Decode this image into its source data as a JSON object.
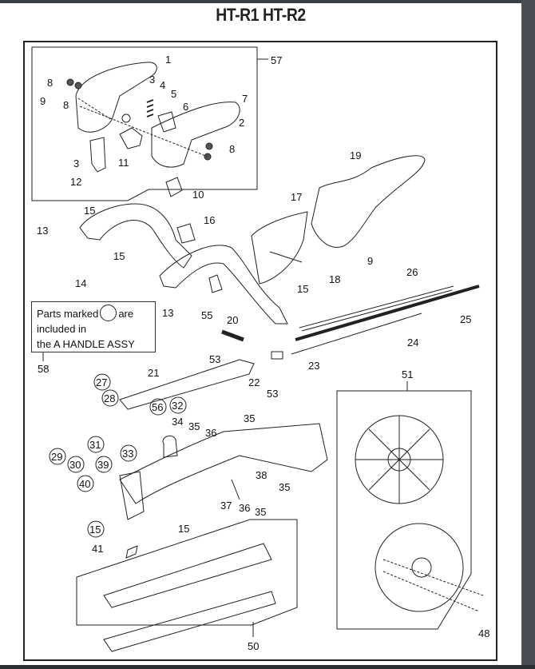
{
  "title": "HT-R1  HT-R2",
  "note": {
    "line1_before": "Parts marked",
    "line1_after": "are",
    "line2": "included in",
    "line3": "the A HANDLE ASSY",
    "callout": "58"
  },
  "groups": {
    "top_assembly": "57",
    "spool_assembly": "51",
    "rail_assembly": "50"
  },
  "callouts": [
    {
      "id": "1",
      "circled": false
    },
    {
      "id": "2",
      "circled": false
    },
    {
      "id": "3",
      "circled": false
    },
    {
      "id": "3b",
      "text": "3",
      "circled": false
    },
    {
      "id": "4",
      "circled": false
    },
    {
      "id": "5",
      "circled": false
    },
    {
      "id": "6",
      "circled": false
    },
    {
      "id": "7",
      "circled": false
    },
    {
      "id": "8",
      "circled": false
    },
    {
      "id": "8b",
      "text": "8",
      "circled": false
    },
    {
      "id": "8c",
      "text": "8",
      "circled": false
    },
    {
      "id": "9",
      "circled": false
    },
    {
      "id": "9b",
      "text": "9",
      "circled": false
    },
    {
      "id": "10",
      "circled": false
    },
    {
      "id": "11",
      "circled": false
    },
    {
      "id": "12",
      "circled": false
    },
    {
      "id": "13",
      "circled": false
    },
    {
      "id": "13b",
      "text": "13",
      "circled": false
    },
    {
      "id": "14",
      "circled": false
    },
    {
      "id": "15",
      "circled": false
    },
    {
      "id": "15b",
      "text": "15",
      "circled": false
    },
    {
      "id": "15c",
      "text": "15",
      "circled": false
    },
    {
      "id": "15d",
      "text": "15",
      "circled": true
    },
    {
      "id": "15e",
      "text": "15",
      "circled": false
    },
    {
      "id": "16",
      "circled": false
    },
    {
      "id": "17",
      "circled": false
    },
    {
      "id": "18",
      "circled": false
    },
    {
      "id": "19",
      "circled": false
    },
    {
      "id": "20",
      "circled": false
    },
    {
      "id": "21",
      "circled": false
    },
    {
      "id": "22",
      "circled": false
    },
    {
      "id": "23",
      "circled": false
    },
    {
      "id": "24",
      "circled": false
    },
    {
      "id": "25",
      "circled": false
    },
    {
      "id": "26",
      "circled": false
    },
    {
      "id": "27",
      "circled": true
    },
    {
      "id": "28",
      "circled": true
    },
    {
      "id": "29",
      "circled": true
    },
    {
      "id": "30",
      "circled": true
    },
    {
      "id": "31",
      "circled": true
    },
    {
      "id": "32",
      "circled": true
    },
    {
      "id": "33",
      "circled": true
    },
    {
      "id": "34",
      "circled": false
    },
    {
      "id": "35",
      "circled": false
    },
    {
      "id": "35b",
      "text": "35",
      "circled": false
    },
    {
      "id": "35c",
      "text": "35",
      "circled": false
    },
    {
      "id": "35d",
      "text": "35",
      "circled": false
    },
    {
      "id": "36",
      "circled": false
    },
    {
      "id": "36b",
      "text": "36",
      "circled": false
    },
    {
      "id": "37",
      "circled": false
    },
    {
      "id": "38",
      "circled": false
    },
    {
      "id": "39",
      "circled": true
    },
    {
      "id": "40",
      "circled": true
    },
    {
      "id": "41",
      "circled": false
    },
    {
      "id": "48",
      "circled": false
    },
    {
      "id": "53",
      "circled": false
    },
    {
      "id": "53b",
      "text": "53",
      "circled": false
    },
    {
      "id": "55",
      "circled": false
    },
    {
      "id": "56",
      "circled": true
    }
  ],
  "labels": {
    "l1": "1",
    "l2": "2",
    "l3": "3",
    "l3b": "3",
    "l4": "4",
    "l5": "5",
    "l6": "6",
    "l7": "7",
    "l8": "8",
    "l8b": "8",
    "l8c": "8",
    "l9": "9",
    "l9b": "9",
    "l10": "10",
    "l11": "11",
    "l12": "12",
    "l13": "13",
    "l13b": "13",
    "l14": "14",
    "l15": "15",
    "l15b": "15",
    "l15c": "15",
    "l15d": "15",
    "l15e": "15",
    "l16": "16",
    "l17": "17",
    "l18": "18",
    "l19": "19",
    "l20": "20",
    "l21": "21",
    "l22": "22",
    "l23": "23",
    "l24": "24",
    "l25": "25",
    "l26": "26",
    "l27": "27",
    "l28": "28",
    "l29": "29",
    "l30": "30",
    "l31": "31",
    "l32": "32",
    "l33": "33",
    "l34": "34",
    "l35": "35",
    "l35b": "35",
    "l35c": "35",
    "l35d": "35",
    "l36": "36",
    "l36b": "36",
    "l37": "37",
    "l38": "38",
    "l39": "39",
    "l40": "40",
    "l41": "41",
    "l48": "48",
    "l50": "50",
    "l51": "51",
    "l53": "53",
    "l53b": "53",
    "l55": "55",
    "l56": "56",
    "l57": "57",
    "l58": "58"
  }
}
